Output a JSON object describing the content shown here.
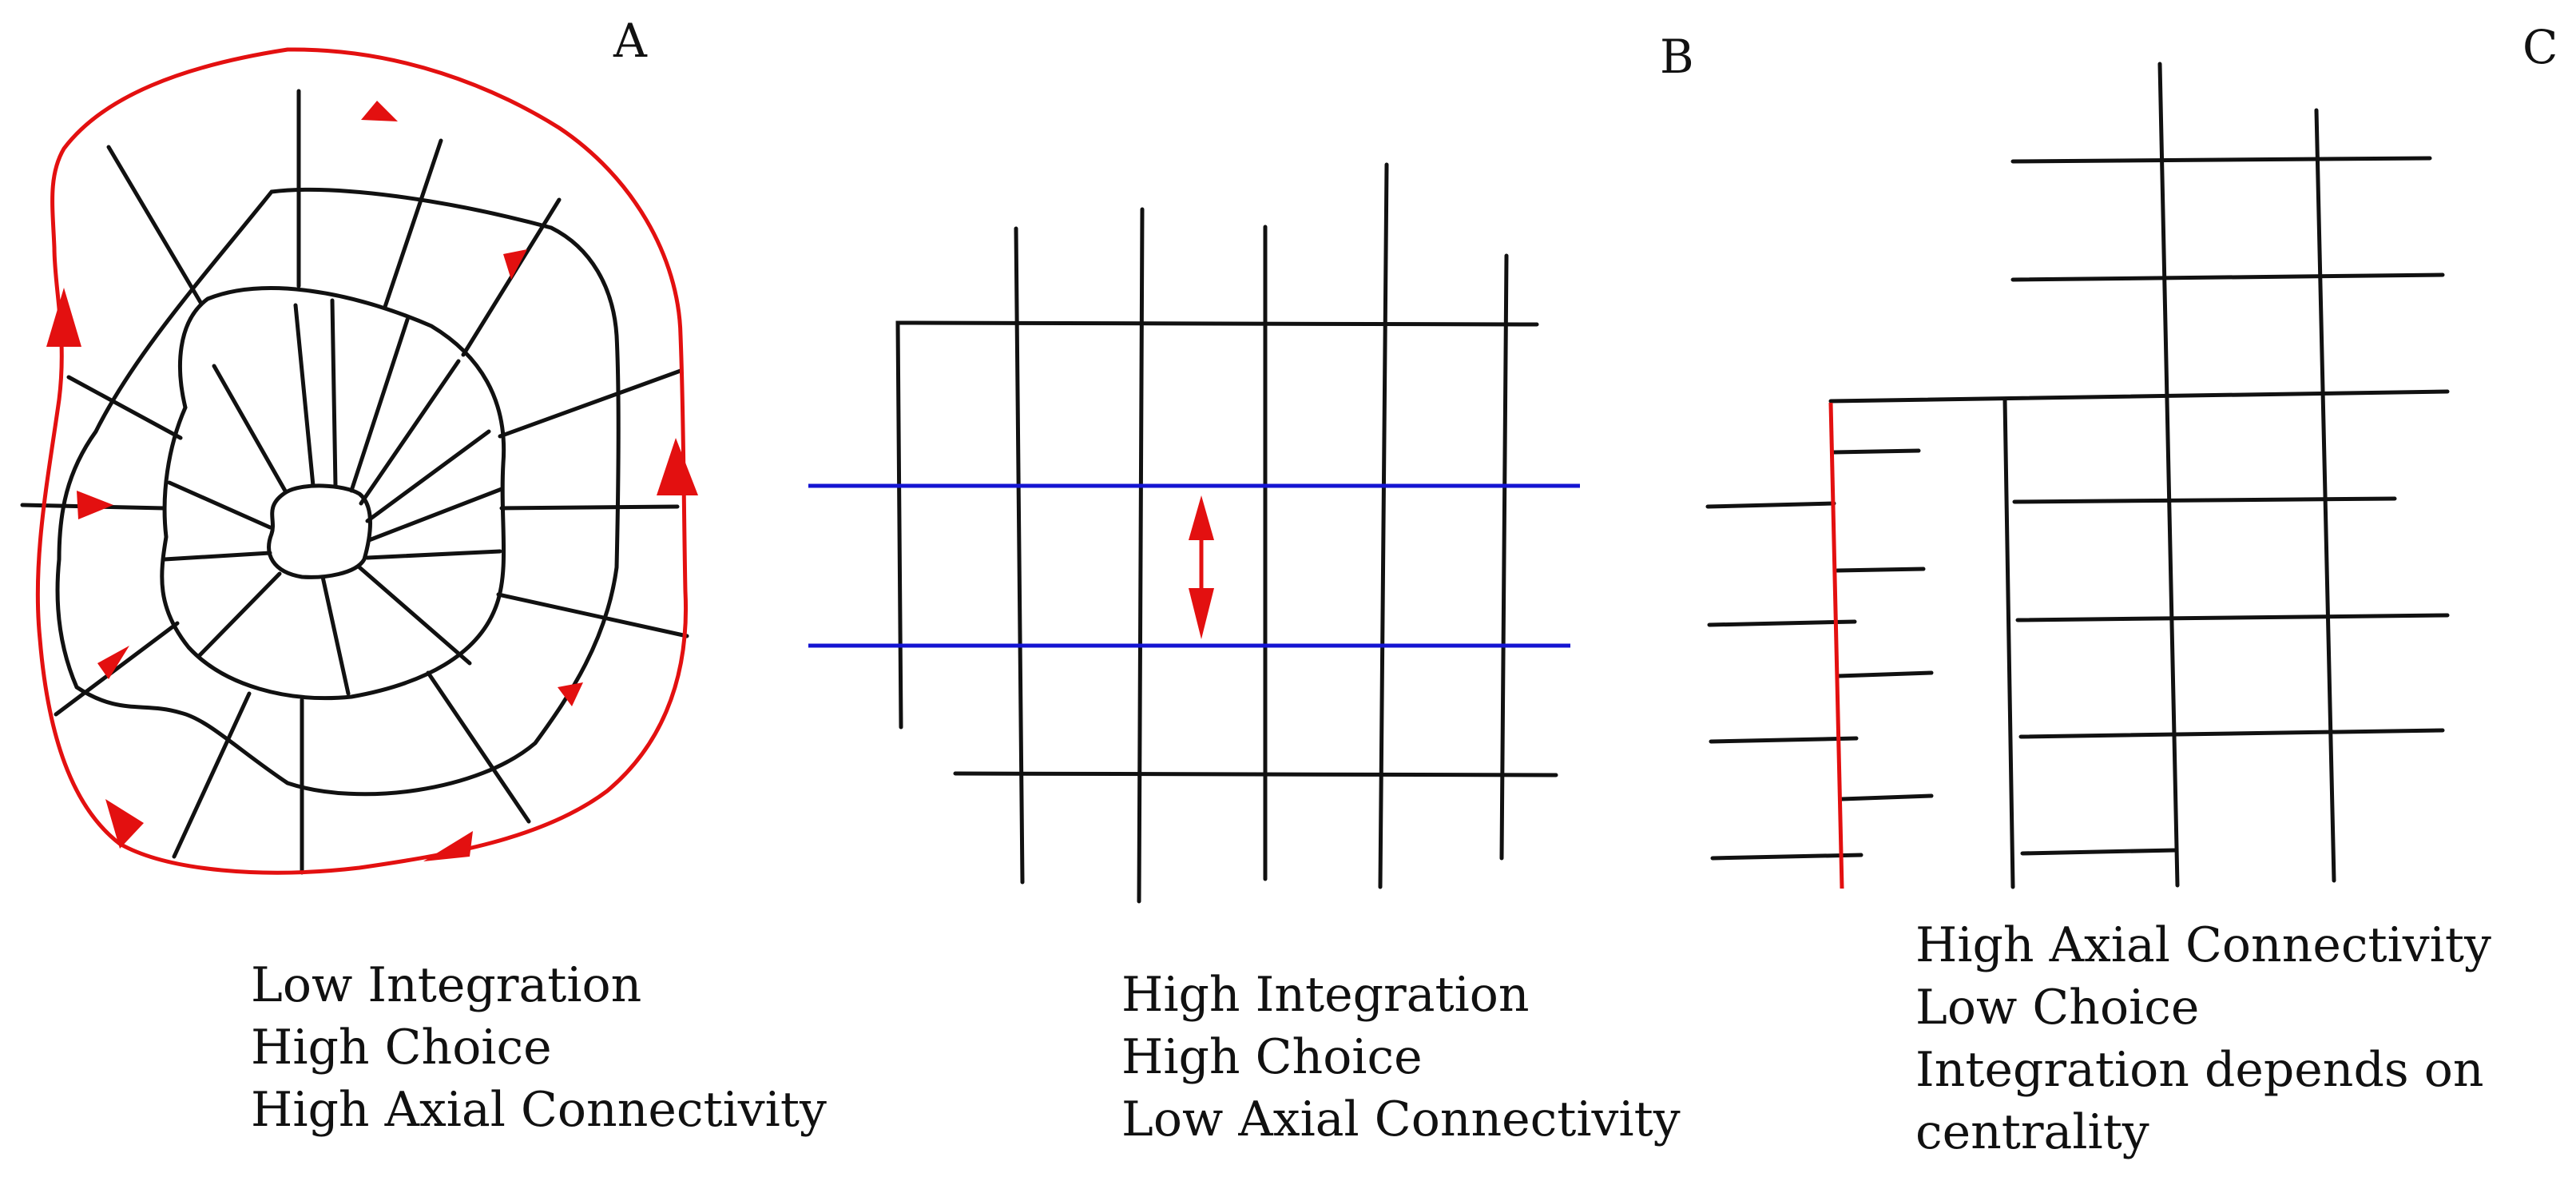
{
  "panels": [
    {
      "id": "A",
      "letter": "A",
      "caption": [
        "Low Integration",
        "High Choice",
        "High Axial Connectivity"
      ]
    },
    {
      "id": "B",
      "letter": "B",
      "caption": [
        "High Integration",
        "High Choice",
        "Low Axial Connectivity"
      ]
    },
    {
      "id": "C",
      "letter": "C",
      "caption": [
        "High Axial Connectivity",
        "Low Choice",
        "Integration depends on",
        "centrality"
      ]
    }
  ],
  "colors": {
    "street_line": "#111111",
    "highlight_route": "#e31010",
    "highlight_axis": "#1414d2",
    "background": "#ffffff"
  }
}
